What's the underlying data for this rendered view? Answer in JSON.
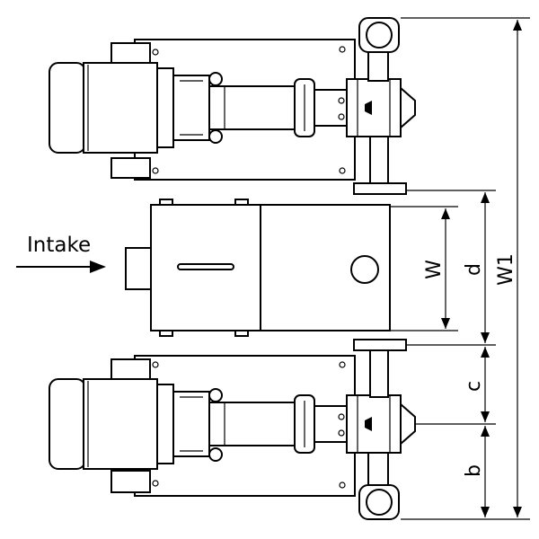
{
  "labels": {
    "intake": "Intake",
    "w": "W",
    "d": "d",
    "w1": "W1",
    "c": "c",
    "b": "b"
  },
  "colors": {
    "line": "#000000",
    "background": "#ffffff"
  }
}
